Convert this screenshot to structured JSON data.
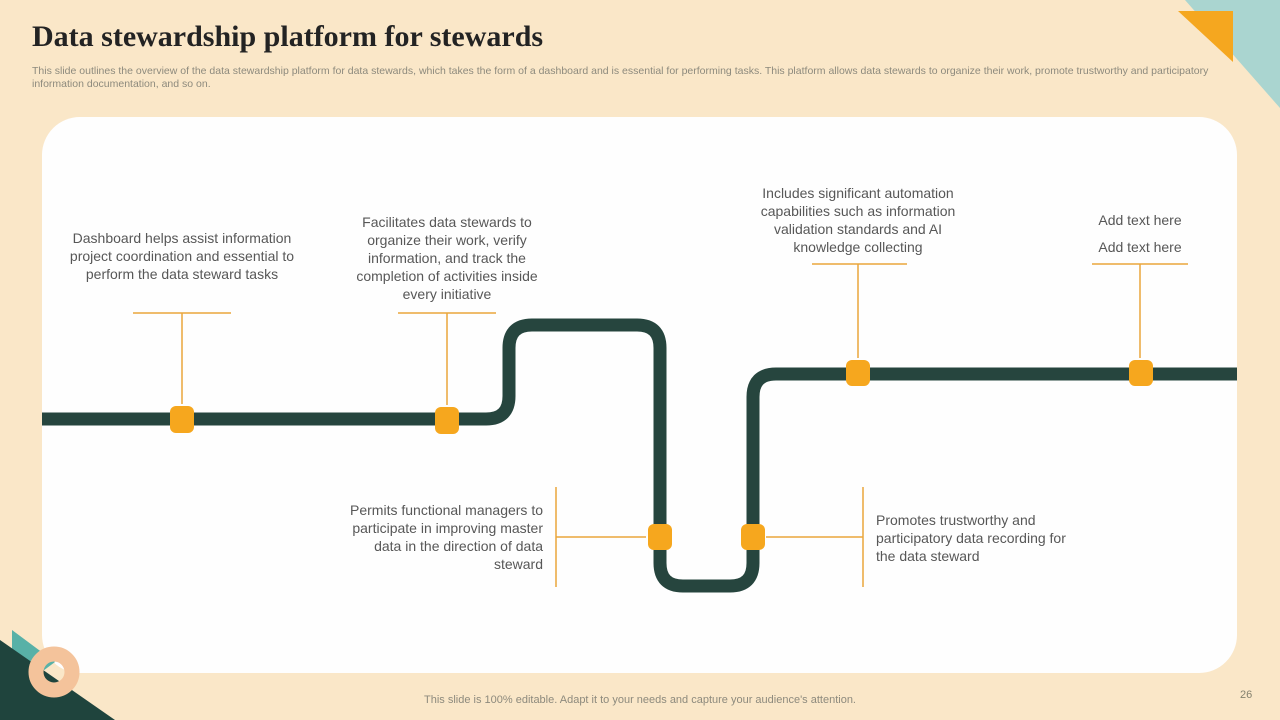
{
  "slide": {
    "title": "Data stewardship platform for stewards",
    "subtitle": "This slide outlines the overview of the data stewardship platform for data stewards, which takes the form of a dashboard and is essential for performing tasks. This platform allows data stewards to organize their work, promote trustworthy and participatory information documentation, and so on.",
    "footer": "This slide is 100% editable. Adapt it to your needs and capture your audience's attention.",
    "page_number": "26"
  },
  "roadmap": {
    "items": [
      {
        "label": "Dashboard helps assist information project coordination and essential to perform the data steward tasks"
      },
      {
        "label": "Facilitates data stewards to organize their work, verify information, and track the completion of activities inside every initiative"
      },
      {
        "label": "Includes significant automation capabilities such as information validation standards and AI knowledge collecting"
      },
      {
        "label": "Add text here",
        "label_secondary": "Add text here"
      },
      {
        "label": "Permits functional managers to participate in improving master data in the direction of data steward"
      },
      {
        "label": "Promotes trustworthy and participatory data recording for the data steward"
      }
    ]
  },
  "colors": {
    "background": "#FAE7C8",
    "card": "#FEFEFE",
    "road": "#26453E",
    "marker": "#F6A71E",
    "connector": "#EAA63C",
    "corner_teal_light": "#AAD5D0",
    "corner_orange": "#F5A71F",
    "corner_teal_dark": "#1F443D",
    "corner_teal_mid": "#58B1A7",
    "corner_peach": "#F4C39B"
  }
}
